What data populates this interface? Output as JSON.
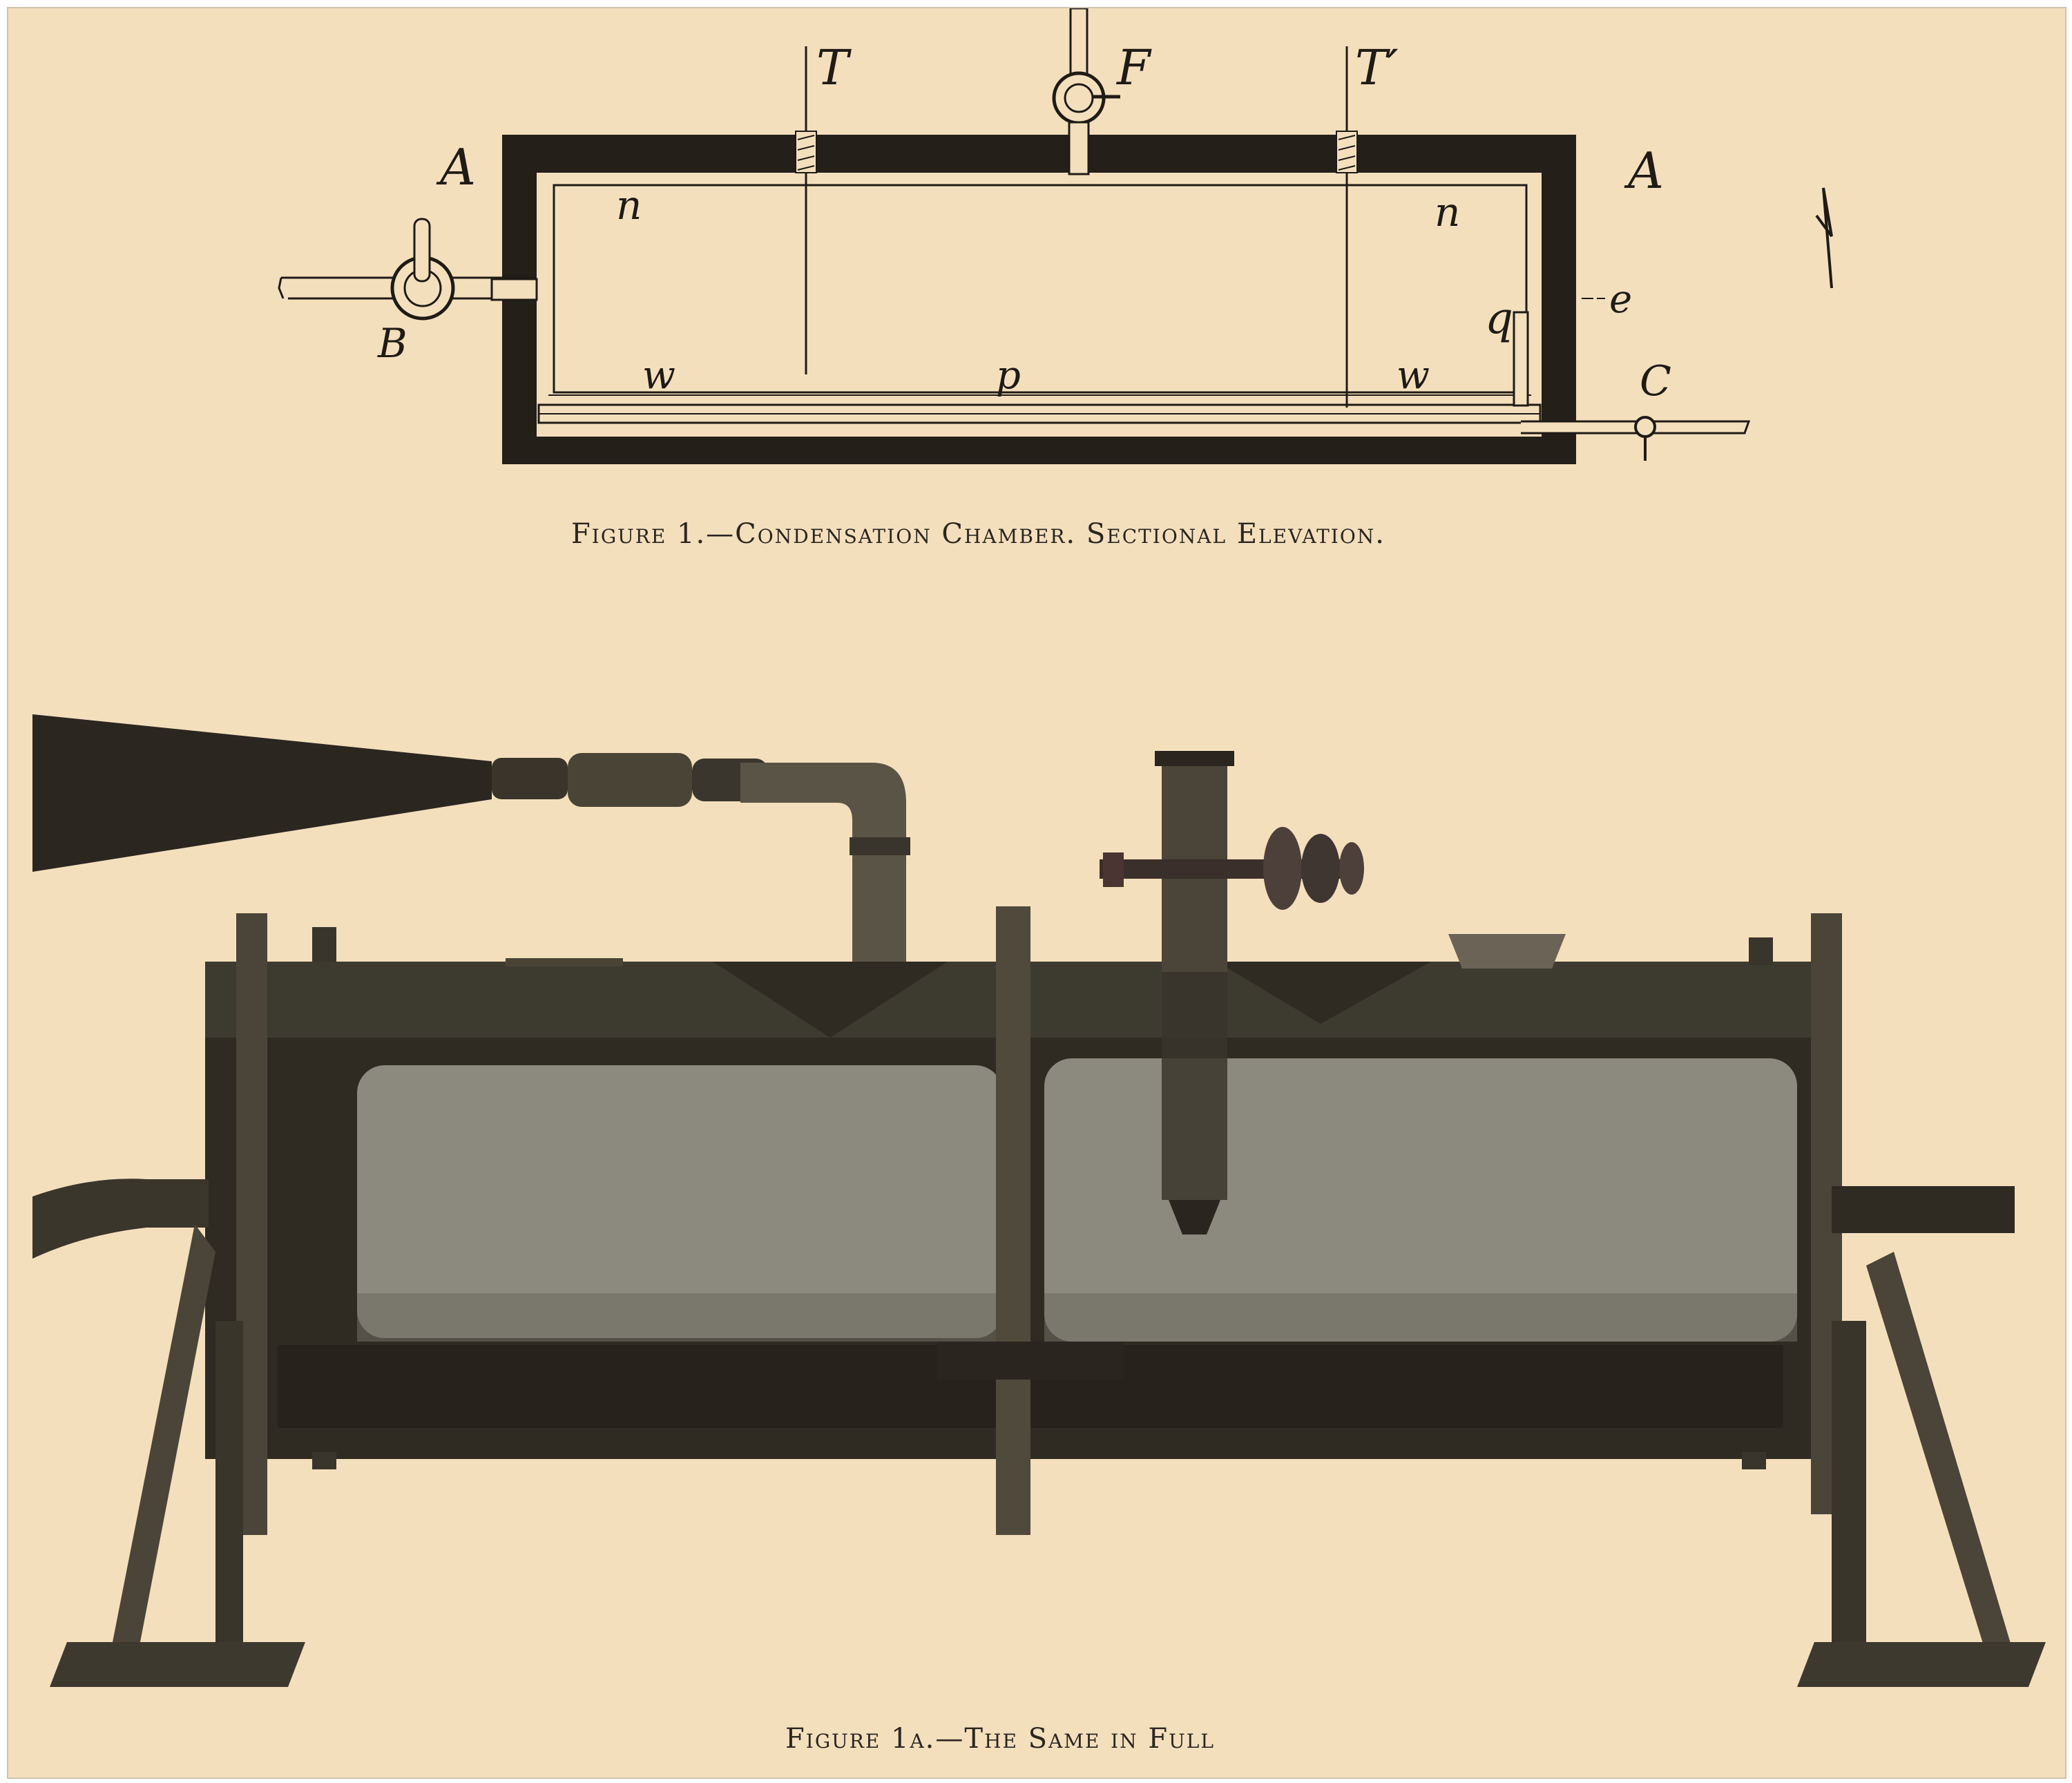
{
  "figure1": {
    "caption": "Figure 1.—Condensation Chamber. Sectional Elevation.",
    "labels": {
      "t": "T",
      "f": "F",
      "t_prime": "T′",
      "a_left": "A",
      "a_right": "A",
      "n_left": "n",
      "n_right": "n",
      "b": "B",
      "e": "e",
      "q": "q",
      "c": "C",
      "w_left": "w",
      "w_right": "w",
      "p": "p",
      "margin_mark": "1"
    }
  },
  "figure1a": {
    "caption": "Figure 1a.—The Same in Full"
  },
  "colors": {
    "paper": "#f4dfbd",
    "ink": "#1f1b16",
    "metal_dark": "#2f2a22",
    "metal_mid": "#4a4538",
    "glass_fill": "#8c8a7e"
  }
}
